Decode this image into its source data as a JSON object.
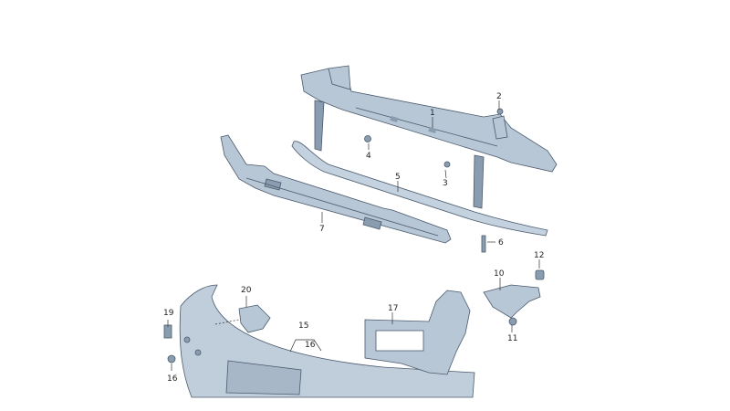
{
  "diagram": {
    "callouts": [
      {
        "key": "c1",
        "text": "1"
      },
      {
        "key": "c2",
        "text": "2"
      },
      {
        "key": "c3",
        "text": "3"
      },
      {
        "key": "c4",
        "text": "4"
      },
      {
        "key": "c5",
        "text": "5"
      },
      {
        "key": "c6",
        "text": "6"
      },
      {
        "key": "c7",
        "text": "7"
      },
      {
        "key": "c10",
        "text": "10"
      },
      {
        "key": "c11",
        "text": "11"
      },
      {
        "key": "c12",
        "text": "12"
      },
      {
        "key": "c15",
        "text": "15"
      },
      {
        "key": "c16a",
        "text": "16"
      },
      {
        "key": "c16b",
        "text": "16"
      },
      {
        "key": "c17",
        "text": "17"
      },
      {
        "key": "c19",
        "text": "19"
      },
      {
        "key": "c20",
        "text": "20"
      }
    ]
  },
  "colors": {
    "part_light": "#b8c7d6",
    "part_dark": "#8a9cb0",
    "outline": "#4a5a6c"
  }
}
